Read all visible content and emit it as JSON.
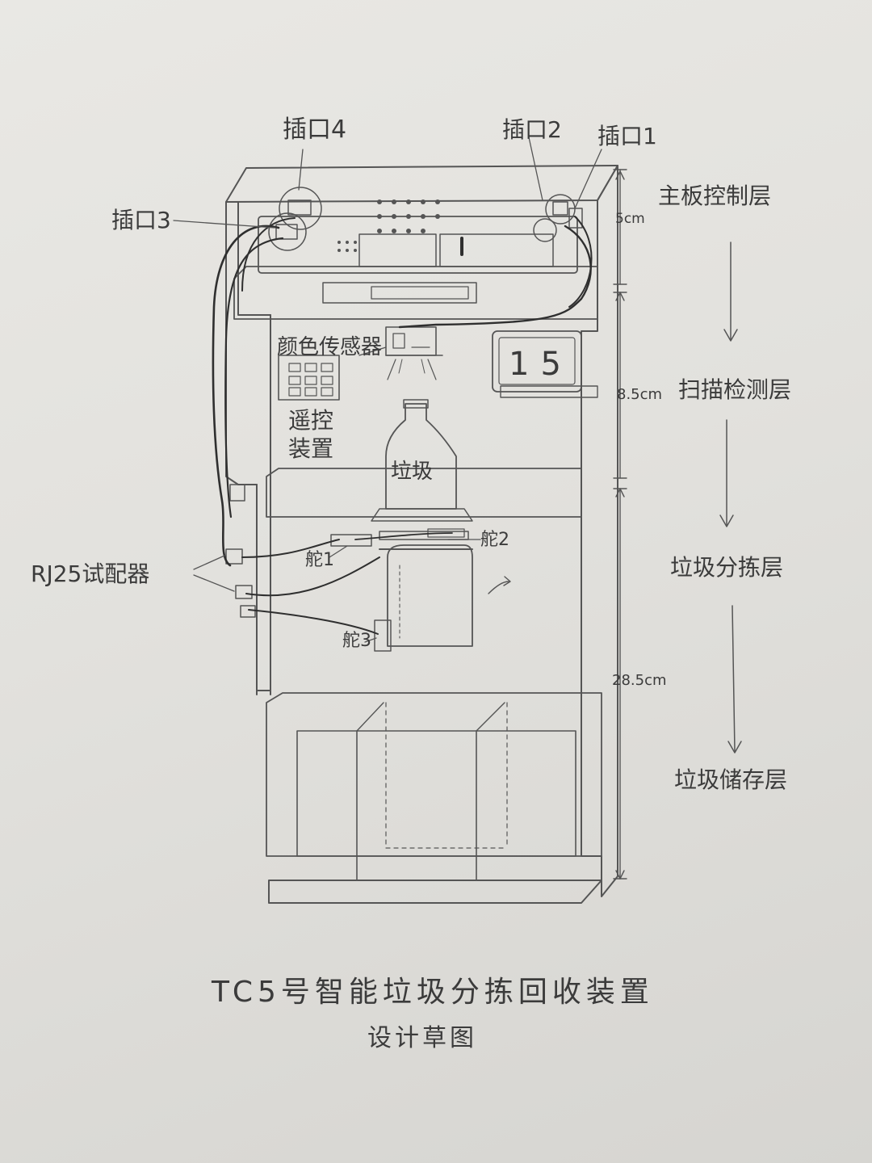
{
  "colors": {
    "paper": "#e6e5e1",
    "pencil": "#4a4a4a",
    "wire": "#2f2f2f"
  },
  "ports": {
    "p1": "插口1",
    "p2": "插口2",
    "p3": "插口3",
    "p4": "插口4"
  },
  "layers": {
    "l1": "主板控制层",
    "l2": "扫描检测层",
    "l3": "垃圾分拣层",
    "l4": "垃圾储存层"
  },
  "dimensions": {
    "d1": "5cm",
    "d2": "8.5cm",
    "d3": "28.5cm"
  },
  "components": {
    "color_sensor": "颜色传感器",
    "remote_line1": "遥控",
    "remote_line2": "装置",
    "trash": "垃圾",
    "display_number": "15",
    "servo1": "舵1",
    "servo2": "舵2",
    "servo3": "舵3",
    "rj25": "RJ25试配器"
  },
  "caption": {
    "title": "TC5号智能垃圾分拣回收装置",
    "subtitle": "设计草图"
  }
}
